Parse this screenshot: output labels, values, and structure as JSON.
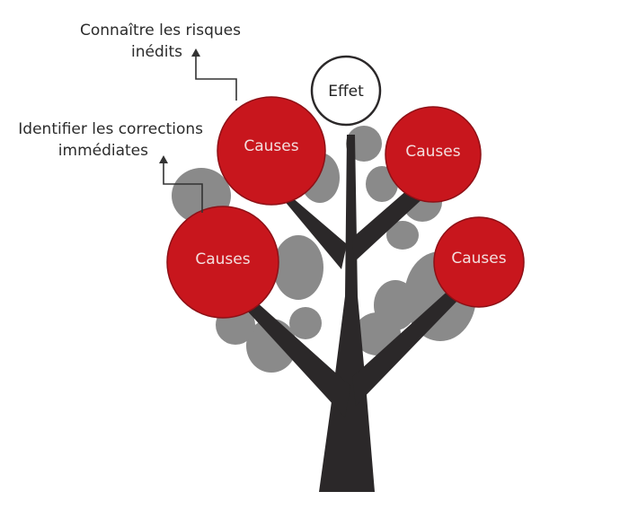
{
  "diagram": {
    "effect_label": "Effet",
    "cause_labels": [
      "Causes",
      "Causes",
      "Causes",
      "Causes"
    ],
    "annotations": {
      "top": [
        "Connaître les risques",
        "inédits"
      ],
      "left": [
        "Identifier les corrections",
        "immédiates"
      ]
    },
    "colors": {
      "cause_fill": "#c8161d",
      "cause_stroke": "#8e1016",
      "trunk": "#2b2829",
      "foliage": "#8a8a8a",
      "effect_stroke": "#2b2829",
      "arrow": "#333333"
    }
  }
}
